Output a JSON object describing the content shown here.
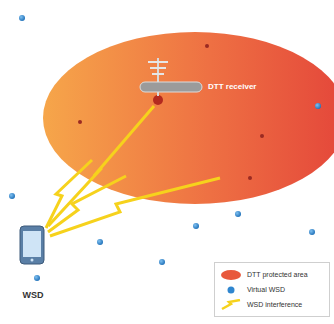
{
  "diagram": {
    "nodes": [
      {
        "text": [
          "DTT receiver"
        ]
      },
      {
        "text": [
          "WSD"
        ]
      }
    ],
    "edges": [
      {
        "from": 1,
        "to": 0,
        "arrow": "none"
      }
    ],
    "legend": [
      {
        "text": "DTT protected area",
        "color": "#e8583c"
      },
      {
        "text": "Virtual WSD",
        "color": "#2f86cf"
      },
      {
        "text": "WSD interference"
      }
    ]
  }
}
